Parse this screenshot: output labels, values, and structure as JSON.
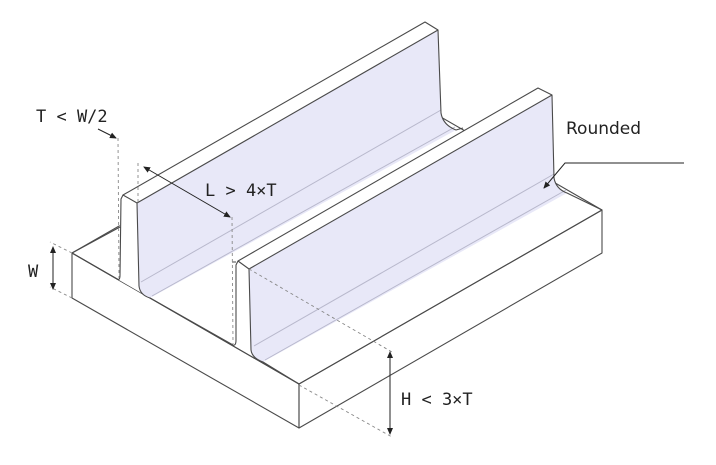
{
  "labels": {
    "thickness": "T < W/2",
    "length": "L > 4×T",
    "width": "W",
    "height": "H < 3×T",
    "fillet": "Rounded"
  },
  "colors": {
    "rib_face": "#e8e8f8",
    "edge": "#4a4a4a",
    "background": "#ffffff"
  }
}
